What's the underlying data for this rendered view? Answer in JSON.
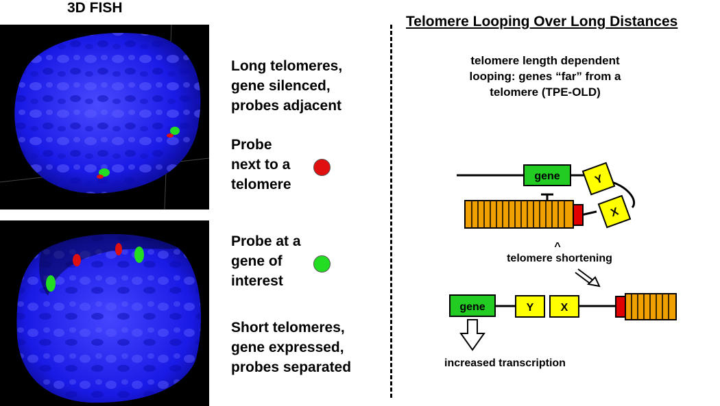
{
  "left_title": "3D FISH",
  "right_title": "Telomere Looping Over Long Distances",
  "labels": {
    "long": [
      "Long telomeres,",
      "gene silenced,",
      "probes adjacent"
    ],
    "probe_telomere": [
      "Probe",
      "next to a",
      "telomere"
    ],
    "probe_gene": [
      "Probe at a",
      "gene of",
      "interest"
    ],
    "short": [
      "Short telomeres,",
      "gene expressed,",
      "probes separated"
    ]
  },
  "caption": [
    "telomere length dependent",
    "looping: genes “far” from a",
    "telomere (TPE-OLD)"
  ],
  "diagram": {
    "gene": "gene",
    "y": "Y",
    "x": "X",
    "shortening": "telomere shortening",
    "transcription": "increased transcription",
    "caret": "^"
  },
  "colors": {
    "nucleus": "#1a1ae6",
    "telomere_probe": "#e01010",
    "gene_probe": "#22dd22",
    "gene_box": "#22cc22",
    "yx_box": "#ffff00",
    "telomere_repeat": "#f0a000",
    "telomere_end": "#e00000"
  }
}
